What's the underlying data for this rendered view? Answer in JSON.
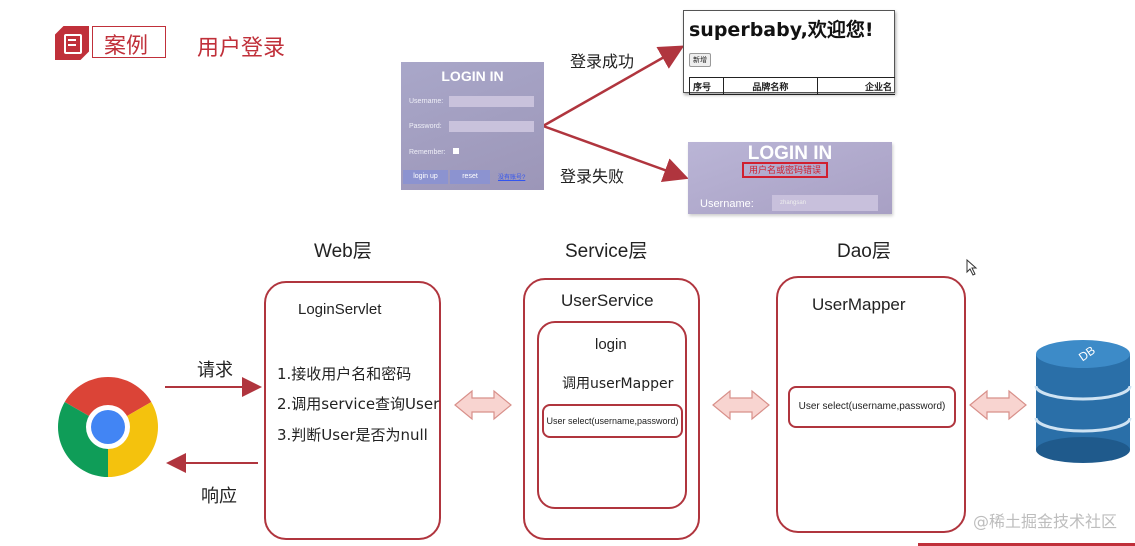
{
  "header": {
    "tag": "案例",
    "title": "用户登录"
  },
  "login_form": {
    "title": "LOGIN IN",
    "username_label": "Username:",
    "password_label": "Password:",
    "remember_label": "Remember:",
    "login_button": "login up",
    "reset_button": "reset",
    "register_link": "没有账号?"
  },
  "success_page": {
    "greeting": "superbaby,欢迎您!",
    "add_button": "新增",
    "table_headers": [
      "序号",
      "品牌名称",
      "企业名"
    ]
  },
  "fail_page": {
    "title": "LOGIN IN",
    "error": "用户名或密码错误",
    "username_label": "Username:",
    "username_value": "zhangsan"
  },
  "flow": {
    "success_label": "登录成功",
    "fail_label": "登录失败"
  },
  "layers": {
    "web": "Web层",
    "service": "Service层",
    "dao": "Dao层"
  },
  "web_box": {
    "title": "LoginServlet",
    "steps": [
      "1.接收用户名和密码",
      "2.调用service查询User",
      "3.判断User是否为null"
    ]
  },
  "service_box": {
    "title": "UserService",
    "method": "login",
    "call": "调用userMapper",
    "signature": "User select(username,password)"
  },
  "dao_box": {
    "title": "UserMapper",
    "signature": "User select(username,password)"
  },
  "browser": {
    "request_label": "请求",
    "response_label": "响应"
  },
  "db": {
    "label": "DB"
  },
  "watermark": "@稀土掘金技术社区",
  "colors": {
    "accent": "#b0353e",
    "arrow_fill": "#f8d4d0",
    "db_blue": "#2a6fa8"
  }
}
